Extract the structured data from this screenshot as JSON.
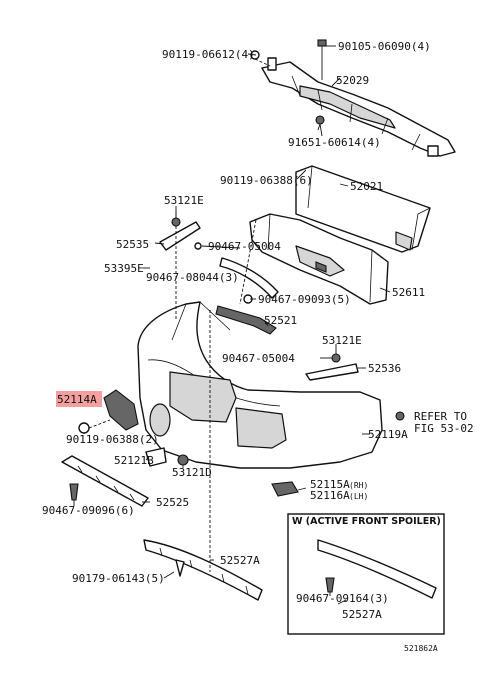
{
  "diagram": {
    "labels": {
      "p90119_06612": "90119-06612(4)",
      "p90105_06090": "90105-06090(4)",
      "p52029": "52029",
      "p91651_60614": "91651-60614(4)",
      "p90119_06388_top": "90119-06388(6)",
      "p52021": "52021",
      "p53121E_top": "53121E",
      "p52535": "52535",
      "p90467_05004_top": "90467-05004",
      "p53395E": "53395E",
      "p90467_08044": "90467-08044(3)",
      "p52611": "52611",
      "p90467_09093": "90467-09093(5)",
      "p52521": "52521",
      "p53121E_mid": "53121E",
      "p90467_05004_mid": "90467-05004",
      "p52536": "52536",
      "p52114A": "52114A",
      "refer_line1": "REFER TO",
      "refer_line2": "FIG 53-02",
      "p52119A": "52119A",
      "p90119_06388_bot": "90119-06388(2)",
      "p52121B": "52121B",
      "p53121D": "53121D",
      "p52115A": "52115A",
      "p52115A_suffix": "(RH)",
      "p52116A": "52116A",
      "p52116A_suffix": "(LH)",
      "p90467_09096": "90467-09096(6)",
      "p52525": "52525",
      "inset_title": "W (ACTIVE FRONT SPOILER)",
      "p52527A_main": "52527A",
      "p90179_06143": "90179-06143(5)",
      "p90467_09164": "90467-09164(3)",
      "p52527A_inset": "52527A",
      "fig_code": "521862A"
    },
    "highlight_color": "#f4a0a0"
  }
}
